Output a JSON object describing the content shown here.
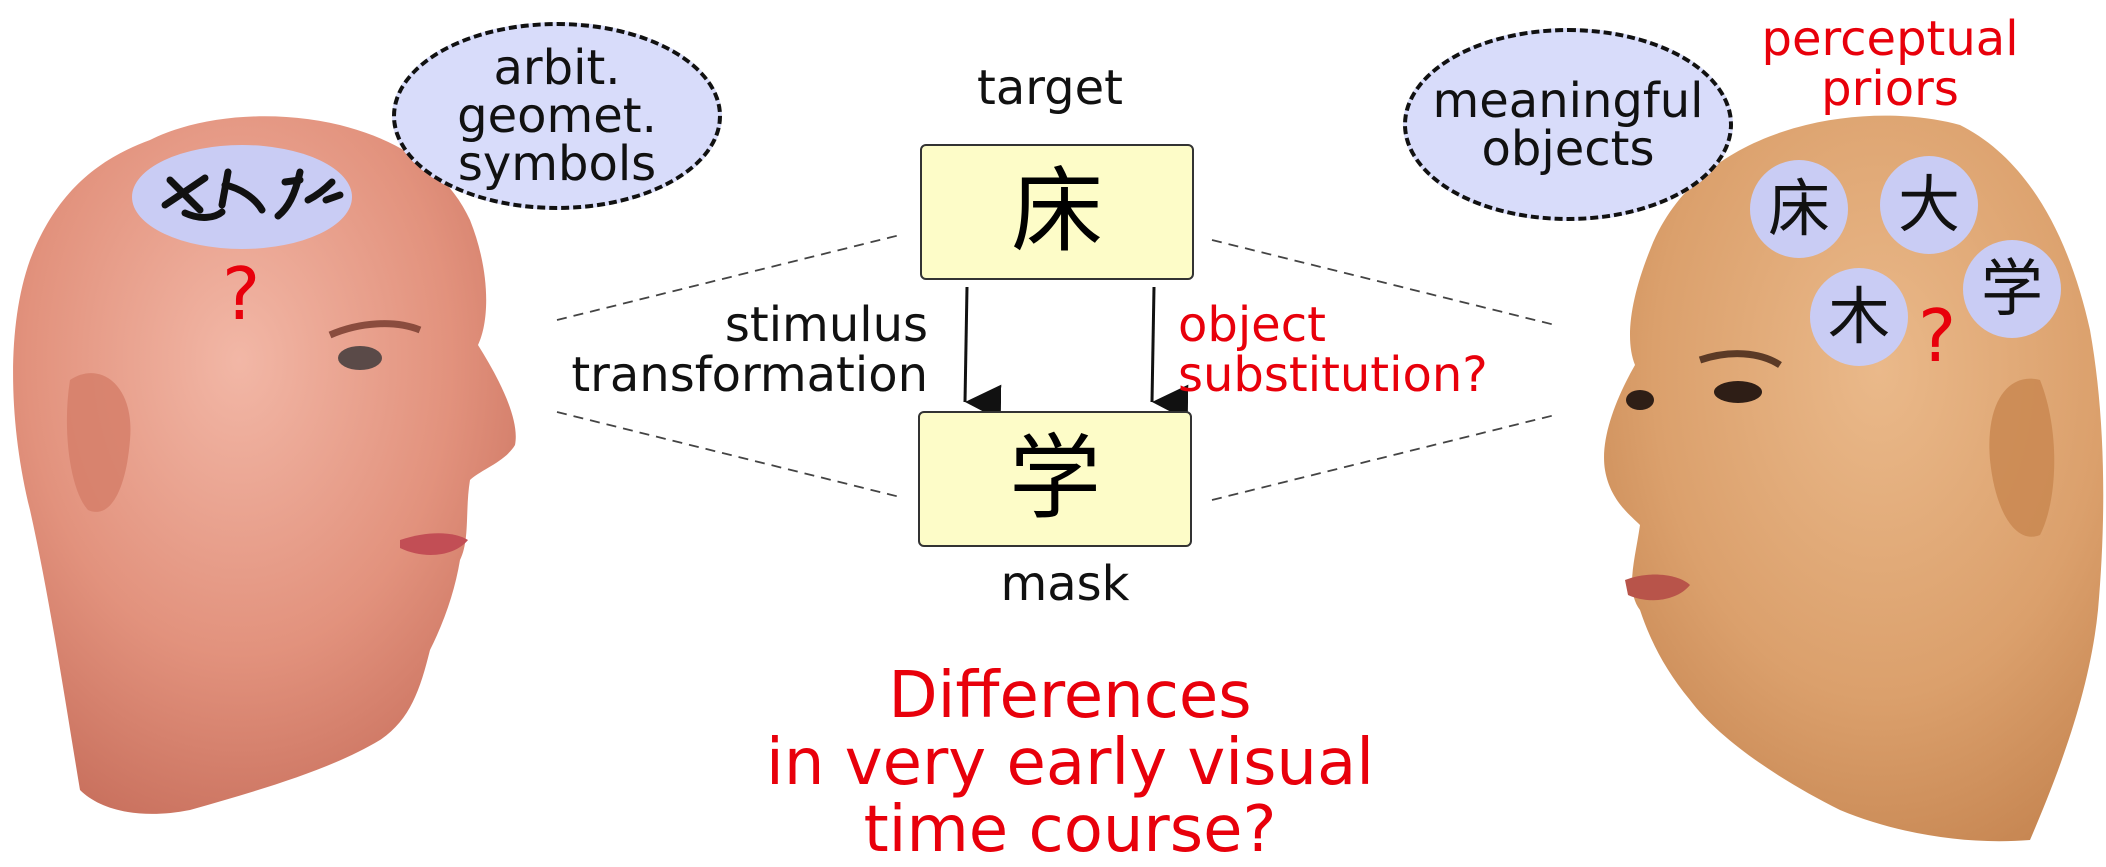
{
  "center": {
    "target_label": "target",
    "mask_label": "mask",
    "target_char": "床",
    "mask_char": "学",
    "left_arrow_label": [
      "stimulus",
      "transformation"
    ],
    "right_arrow_label": [
      "object",
      "substitution?"
    ]
  },
  "left_head": {
    "bubble_text": [
      "arbit.",
      "geomet.",
      "symbols"
    ],
    "question_mark": "?",
    "icon": "male-head-profile-icon",
    "symbols_icon": "arbitrary-geometric-symbols-icon"
  },
  "right_head": {
    "bubble_text": [
      "meaningful",
      "objects"
    ],
    "priors_label": [
      "perceptual",
      "priors"
    ],
    "question_mark": "?",
    "icon": "female-head-profile-icon",
    "characters": [
      "床",
      "大",
      "木",
      "学"
    ]
  },
  "bottom_question": [
    "Differences",
    "in very early visual",
    "time course?"
  ],
  "colors": {
    "box_fill": "#fdfcc8",
    "bubble_fill": "#d8dcfa",
    "disc_fill": "#c9ccf4",
    "red_text": "#e8000b",
    "male_skin": "#e79a86",
    "female_skin": "#dfa06d"
  }
}
